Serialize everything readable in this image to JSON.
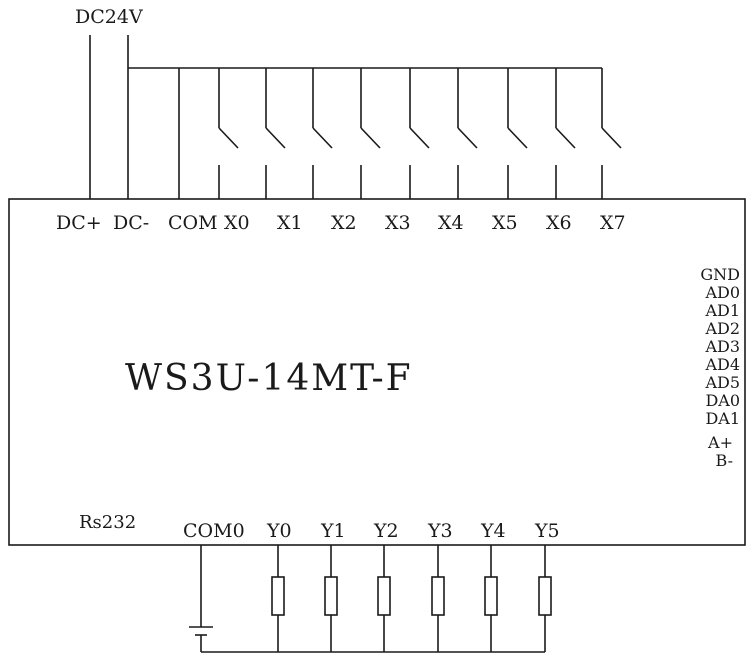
{
  "supply_label": "DC24V",
  "module": {
    "model": "WS3U-14MT-F",
    "comm_label": "Rs232"
  },
  "top_terminals": [
    "DC+",
    "DC-",
    "COM",
    "X0",
    "X1",
    "X2",
    "X3",
    "X4",
    "X5",
    "X6",
    "X7"
  ],
  "right_terminals": [
    "GND",
    "AD0",
    "AD1",
    "AD2",
    "AD3",
    "AD4",
    "AD5",
    "DA0",
    "DA1",
    "A+",
    "B-"
  ],
  "bottom_terminals": [
    "COM0",
    "Y0",
    "Y1",
    "Y2",
    "Y3",
    "Y4",
    "Y5"
  ]
}
